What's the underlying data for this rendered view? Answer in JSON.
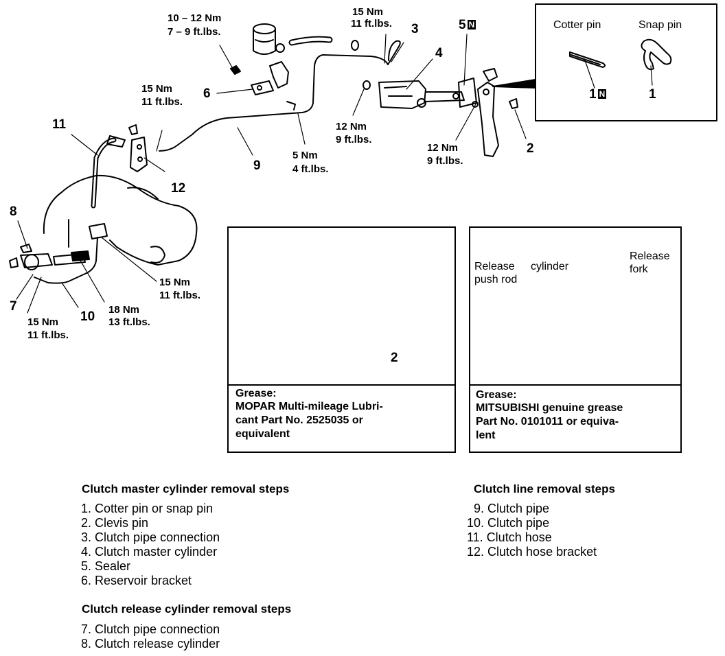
{
  "torque_labels": {
    "t_10_12_nm": "10 – 12 Nm",
    "t_7_9_ftlbs": "7 – 9 ft.lbs.",
    "t_top_15_nm": "15 Nm",
    "t_top_11_ftlbs": "11 ft.lbs.",
    "t_left_15_nm": "15 Nm",
    "t_left_11_ftlbs": "11 ft.lbs.",
    "t_5_nm": "5 Nm",
    "t_4_ftlbs": "4 ft.lbs.",
    "t_12a_nm": "12 Nm",
    "t_9a_ftlbs": "9 ft.lbs.",
    "t_12b_nm": "12 Nm",
    "t_9b_ftlbs": "9 ft.lbs.",
    "t_mid_15_nm": "15 Nm",
    "t_mid_11_ftlbs": "11 ft.lbs.",
    "t_18_nm": "18 Nm",
    "t_13_ftlbs": "13 ft.lbs.",
    "t_bot_15_nm": "15 Nm",
    "t_bot_11_ftlbs": "11 ft.lbs."
  },
  "callouts": {
    "n2": "2",
    "n3": "3",
    "n4": "4",
    "n5": "5",
    "n6": "6",
    "n7": "7",
    "n8": "8",
    "n9": "9",
    "n10": "10",
    "n11": "11",
    "n12": "12",
    "n2_inset": "2",
    "n1_cotter": "1",
    "n1_snap": "1",
    "badge": "N"
  },
  "pin_inset": {
    "cotter_pin": "Cotter pin",
    "snap_pin": "Snap pin"
  },
  "inset_left": {
    "grease_title": "Grease:",
    "grease_lines": [
      "MOPAR Multi-mileage Lubri-",
      "cant Part No. 2525035 or",
      "equivalent"
    ]
  },
  "inset_right": {
    "release_push_rod_1": "Release",
    "release_push_rod_2": "push rod",
    "cylinder": "cylinder",
    "release_fork_1": "Release",
    "release_fork_2": "fork",
    "grease_title": "Grease:",
    "grease_lines": [
      "MITSUBISHI genuine grease",
      "Part No. 0101011 or equiva-",
      "lent"
    ]
  },
  "steps": {
    "master_title": "Clutch master cylinder removal steps",
    "master": [
      "1. Cotter pin or snap pin",
      "2. Clevis pin",
      "3. Clutch pipe connection",
      "4. Clutch master cylinder",
      "5. Sealer",
      "6. Reservoir bracket"
    ],
    "release_title": "Clutch release cylinder removal steps",
    "release": [
      "7. Clutch pipe connection",
      "8. Clutch release cylinder"
    ],
    "line_title": "Clutch line removal steps",
    "line": [
      "9. Clutch pipe",
      "10. Clutch pipe",
      "11. Clutch hose",
      "12. Clutch hose bracket"
    ]
  }
}
